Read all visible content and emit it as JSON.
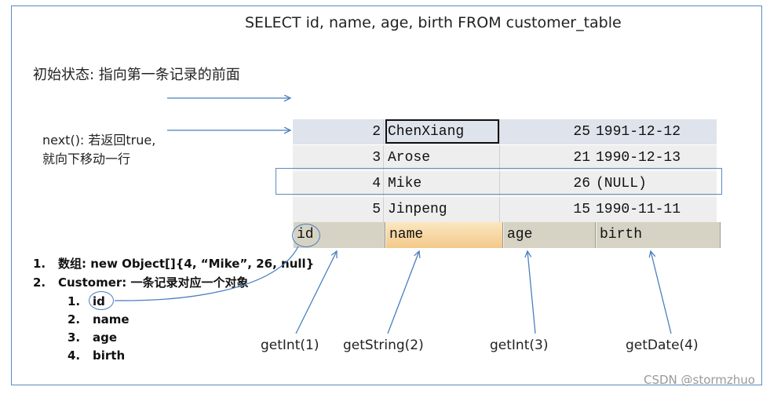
{
  "sql": "SELECT id, name, age, birth FROM customer_table",
  "init_state": "初始状态: 指向第一条记录的前面",
  "next_desc": [
    "next(): 若返回true,",
    "就向下移动一行"
  ],
  "rows": [
    {
      "id": "2",
      "name": "ChenXiang",
      "age": "25",
      "birth": "1991-12-12"
    },
    {
      "id": "3",
      "name": "Arose",
      "age": "21",
      "birth": "1990-12-13"
    },
    {
      "id": "4",
      "name": "Mike",
      "age": "26",
      "birth": "(NULL)"
    },
    {
      "id": "5",
      "name": "Jinpeng",
      "age": "15",
      "birth": "1990-11-11"
    }
  ],
  "header": {
    "id": "id",
    "name": "name",
    "age": "age",
    "birth": "birth"
  },
  "list": {
    "item1_num": "1.",
    "item1_text": "数组: new Object[]{4, “Mike”, 26, null}",
    "item2_num": "2.",
    "item2_text": "Customer: 一条记录对应一个对象",
    "subs": [
      {
        "num": "1.",
        "text": "id"
      },
      {
        "num": "2.",
        "text": "name"
      },
      {
        "num": "3.",
        "text": "age"
      },
      {
        "num": "4.",
        "text": "birth"
      }
    ]
  },
  "getters": [
    "getInt(1)",
    "getString(2)",
    "getInt(3)",
    "getDate(4)"
  ],
  "watermark": "CSDN @stormzhuo",
  "colors": {
    "arrow": "#4a7fbf",
    "frame": "#5b8bc2",
    "header_bg": "#d6d3c4",
    "selected_header": "#f3c98a"
  }
}
